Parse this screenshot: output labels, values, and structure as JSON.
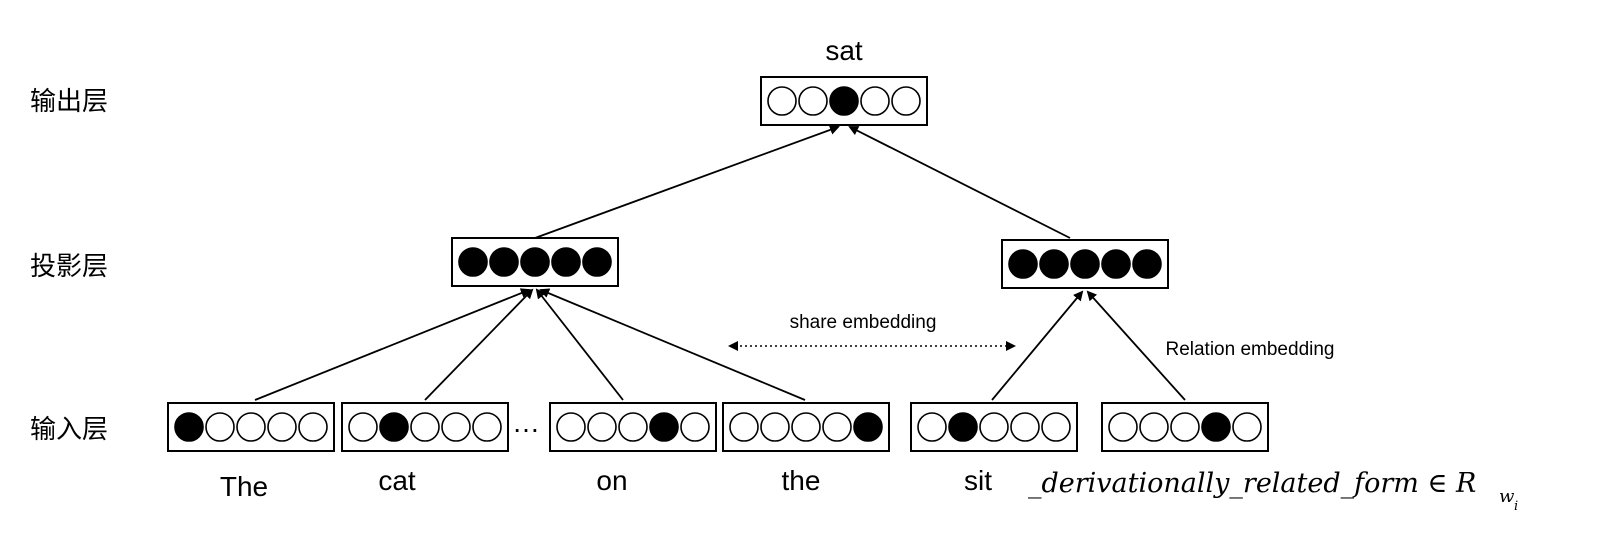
{
  "layers": {
    "output": "输出层",
    "projection": "投影层",
    "input": "输入层"
  },
  "output": {
    "word": "sat",
    "vector": [
      0,
      0,
      1,
      0,
      0
    ]
  },
  "projection": [
    {
      "id": "left",
      "vector": [
        1,
        1,
        1,
        1,
        1
      ]
    },
    {
      "id": "right",
      "vector": [
        1,
        1,
        1,
        1,
        1
      ]
    }
  ],
  "inputs": [
    {
      "word": "The",
      "vector": [
        1,
        0,
        0,
        0,
        0
      ]
    },
    {
      "word": "cat",
      "vector": [
        0,
        1,
        0,
        0,
        0
      ]
    },
    {
      "word": "on",
      "vector": [
        0,
        0,
        0,
        1,
        0
      ]
    },
    {
      "word": "the",
      "vector": [
        0,
        0,
        0,
        0,
        1
      ]
    },
    {
      "word": "sit",
      "vector": [
        0,
        1,
        0,
        0,
        0
      ]
    },
    {
      "word": "",
      "vector": [
        0,
        0,
        0,
        1,
        0
      ]
    }
  ],
  "ellipsis": "…",
  "annotations": {
    "share": "share embedding",
    "relation": "Relation embedding"
  },
  "formula": {
    "main": "_derivationally_related_form ∈ R",
    "sub_w": "w",
    "sub_i": "i"
  }
}
